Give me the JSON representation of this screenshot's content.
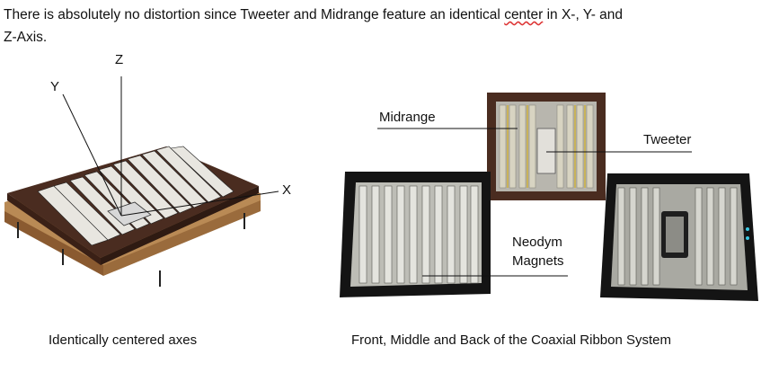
{
  "intro": {
    "line1_pre": "There is absolutely no distortion since Tweeter and Midrange feature an identical ",
    "line1_underlined": "center",
    "line1_post": " in X-, Y- and",
    "line2": "Z-Axis."
  },
  "axes": {
    "x": "X",
    "y": "Y",
    "z": "Z"
  },
  "callouts": {
    "midrange": "Midrange",
    "tweeter": "Tweeter",
    "neodym_line1": "Neodym",
    "neodym_line2": "Magnets"
  },
  "captions": {
    "left": "Identically centered axes",
    "right": "Front, Middle and Back of the Coaxial Ribbon System"
  },
  "colors": {
    "frame_brown": "#4a2c20",
    "frame_black": "#141414",
    "ribbon_silver": "#c8c8c2",
    "ribbon_gold": "#c9b35a",
    "wood": "#b98a55"
  }
}
